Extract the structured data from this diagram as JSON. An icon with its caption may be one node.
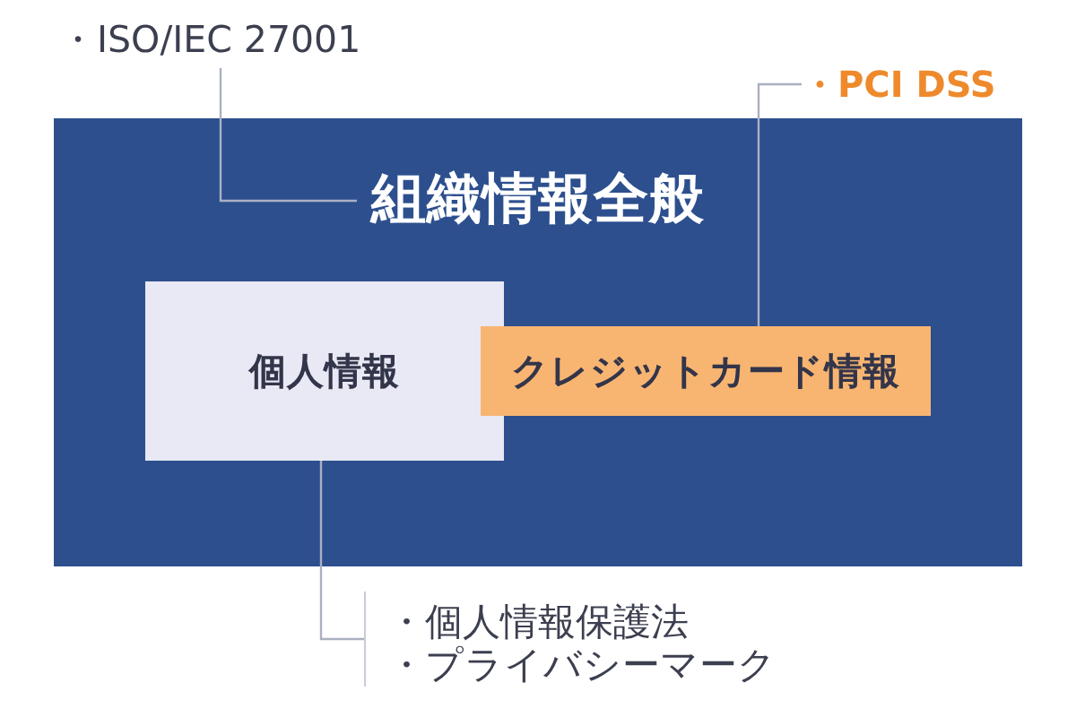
{
  "diagram": {
    "nodes": [
      {
        "text": [
          "組織情報全般"
        ]
      },
      {
        "text": [
          "個人情報"
        ],
        "in": 0
      },
      {
        "text": [
          "クレジットカード情報"
        ],
        "in": 0
      },
      {
        "text": [
          "・ISO/IEC 27001"
        ]
      },
      {
        "text": [
          "・PCI DSS"
        ]
      },
      {
        "text": [
          "・個人情報保護法",
          "・プライバシーマーク"
        ]
      }
    ],
    "edges": [
      {
        "from": 3,
        "to": 0,
        "arrow": "none"
      },
      {
        "from": 4,
        "to": 2,
        "arrow": "none"
      },
      {
        "from": 5,
        "to": 1,
        "arrow": "none"
      }
    ]
  }
}
